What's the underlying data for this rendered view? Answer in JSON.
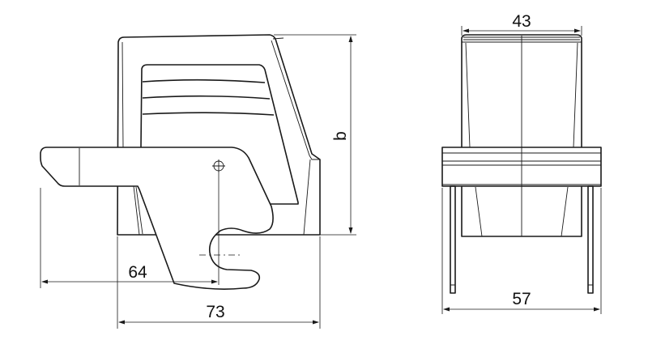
{
  "side_view": {
    "dimensions": {
      "lever_reach": "64",
      "base_width": "73",
      "height": "b"
    }
  },
  "front_view": {
    "dimensions": {
      "top_width": "43",
      "base_width": "57"
    }
  },
  "colors": {
    "line": "#1a1a1a",
    "background": "#ffffff"
  }
}
